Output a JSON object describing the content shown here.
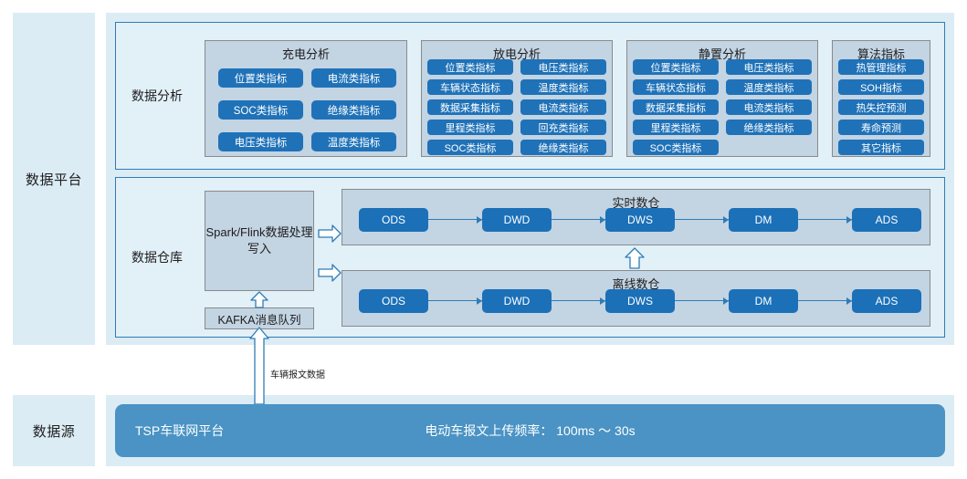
{
  "layers": {
    "platform_label": "数据平台",
    "source_label": "数据源"
  },
  "analysis": {
    "label": "数据分析",
    "groups": [
      {
        "title": "充电分析",
        "columns": [
          [
            "位置类指标",
            "SOC类指标",
            "电压类指标"
          ],
          [
            "电流类指标",
            "绝缘类指标",
            "温度类指标"
          ]
        ]
      },
      {
        "title": "放电分析",
        "columns": [
          [
            "位置类指标",
            "车辆状态指标",
            "数据采集指标",
            "里程类指标",
            "SOC类指标"
          ],
          [
            "电压类指标",
            "温度类指标",
            "电流类指标",
            "回充类指标",
            "绝缘类指标"
          ]
        ]
      },
      {
        "title": "静置分析",
        "columns": [
          [
            "位置类指标",
            "车辆状态指标",
            "数据采集指标",
            "里程类指标",
            "SOC类指标"
          ],
          [
            "电压类指标",
            "温度类指标",
            "电流类指标",
            "绝缘类指标"
          ]
        ]
      },
      {
        "title": "算法指标",
        "columns": [
          [
            "热管理指标",
            "SOH指标",
            "热失控预测",
            "寿命预测",
            "其它指标"
          ]
        ]
      }
    ]
  },
  "warehouse": {
    "label": "数据仓库",
    "processor": "Spark/Flink数据处理写入",
    "queue": "KAFKA消息队列",
    "realtime": {
      "title": "实时数仓",
      "stages": [
        "ODS",
        "DWD",
        "DWS",
        "DM",
        "ADS"
      ]
    },
    "offline": {
      "title": "离线数仓",
      "stages": [
        "ODS",
        "DWD",
        "DWS",
        "DM",
        "ADS"
      ]
    }
  },
  "flow": {
    "vehicle_message": "车辆报文数据"
  },
  "source": {
    "platform_name": "TSP车联网平台",
    "frequency": "电动车报文上传频率： 100ms ～ 30s"
  },
  "colors": {
    "band": "#dcecf5",
    "panel_fill": "#e2f0f8",
    "panel_border": "#2f7cb5",
    "group_fill": "#c3d4e3",
    "group_border": "#8a8a8a",
    "button_blue": "#1f72b8",
    "source_blue": "#4a93c4",
    "arrow_outline": "#2f7cb5"
  }
}
